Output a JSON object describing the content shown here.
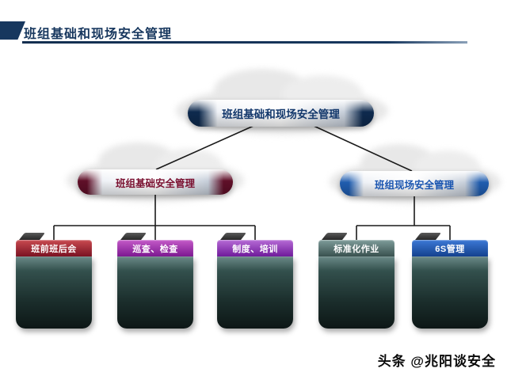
{
  "slide": {
    "title": "班组基础和现场安全管理",
    "watermark": "头条 @兆阳谈安全"
  },
  "colors": {
    "header_accent": "#17375e",
    "connector": "#1a1a1a"
  },
  "diagram": {
    "root": {
      "label": "班组基础和现场安全管理",
      "cap_color": "#0e2a4e",
      "text_color": "#12376b"
    },
    "branches": [
      {
        "label": "班组基础安全管理",
        "cap_color": "#5f0f28",
        "text_color": "#7a1030",
        "children": [
          {
            "label": "班前班后会",
            "header_color_top": "#c94a50",
            "header_color_bottom": "#7a1222"
          },
          {
            "label": "巡查、检查",
            "header_color_top": "#c45ac8",
            "header_color_bottom": "#7c1890"
          },
          {
            "label": "制度、培训",
            "header_color_top": "#b66ad6",
            "header_color_bottom": "#6f1b9a"
          }
        ]
      },
      {
        "label": "班组现场安全管理",
        "cap_color": "#1f5cae",
        "text_color": "#1a55b0",
        "children": [
          {
            "label": "标准化作业",
            "header_color_top": "#7e9c9a",
            "header_color_bottom": "#39514f"
          },
          {
            "label": "6S管理",
            "header_color_top": "#3c79d6",
            "header_color_bottom": "#14418e"
          }
        ]
      }
    ]
  }
}
